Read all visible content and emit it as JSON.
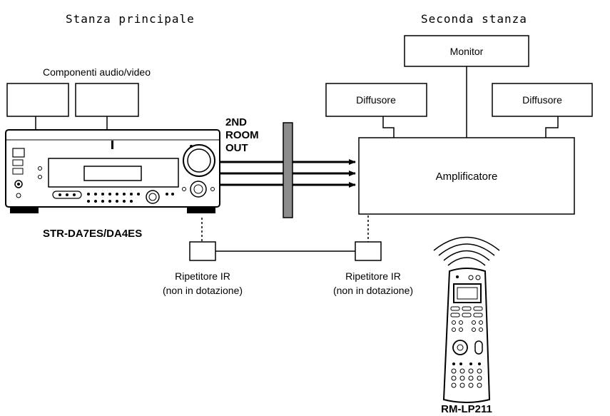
{
  "rooms": {
    "main": "Stanza principale",
    "second": "Seconda stanza"
  },
  "main_room": {
    "components_label": "Componenti audio/video",
    "receiver_label": "STR-DA7ES/DA4ES",
    "output_label_line1": "2ND",
    "output_label_line2": "ROOM",
    "output_label_line3": "OUT"
  },
  "second_room": {
    "monitor_label": "Monitor",
    "speaker_left_label": "Diffusore",
    "speaker_right_label": "Diffusore",
    "amplifier_label": "Amplificatore"
  },
  "ir_repeaters": {
    "left_line1": "Ripetitore IR",
    "left_line2": "(non in dotazione)",
    "right_line1": "Ripetitore IR",
    "right_line2": "(non in dotazione)"
  },
  "remote": {
    "model_label": "RM-LP211"
  },
  "colors": {
    "line": "#000000",
    "wall": "#8c8c8c",
    "device_face": "#ffffff"
  }
}
